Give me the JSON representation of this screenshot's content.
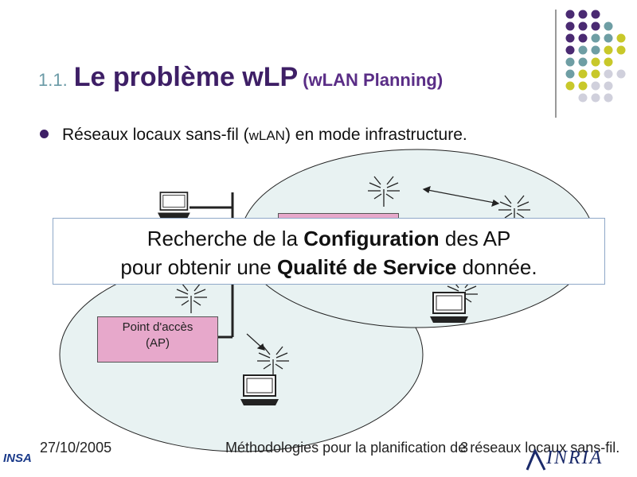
{
  "title": {
    "number": "1.1.",
    "main": "Le problème wLP",
    "sub": "(wLAN Planning)"
  },
  "bullet": {
    "part1": "Réseaux locaux sans-fil (",
    "part2": "wLAN",
    "part3": ") en mode infrastructure."
  },
  "diagram": {
    "ap_label_1": "Point d'accès",
    "ap_label_2": "(AP)"
  },
  "overlay": {
    "line1_pre": "Recherche de la ",
    "line1_bold": "Configuration",
    "line1_post": " des AP",
    "line2_pre": "pour obtenir une ",
    "line2_bold": "Qualité de Service",
    "line2_post": " donnée."
  },
  "footer": {
    "date": "27/10/2005",
    "title": "Méthodologies pour la planification de réseaux locaux sans-fil.",
    "page": "3",
    "insa_logo": "INSA",
    "inria_logo": "INRIA"
  },
  "colors": {
    "title_dark": "#3e1f66",
    "title_number": "#6a9aa6",
    "ap_box": "#e7a8cb",
    "cell_fill": "#e8f2f2",
    "dot_purple": "#4a2a72",
    "dot_teal": "#6e9ea4",
    "dot_yellow": "#c8c82a",
    "dot_grey": "#d0d0dc"
  },
  "icons": [
    "laptop-icon",
    "antenna-icon",
    "double-arrow-icon",
    "decorative-dot-grid"
  ]
}
